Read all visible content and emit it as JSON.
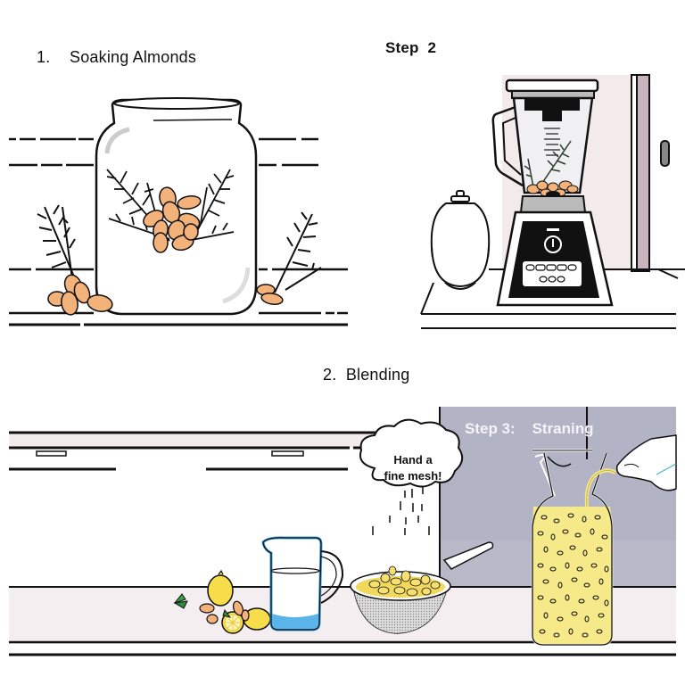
{
  "panels": {
    "step1": {
      "number": "1.",
      "title": "Soaking Almonds",
      "items": [
        "glass jar",
        "almonds",
        "rosemary sprigs"
      ]
    },
    "step2_top": {
      "title": "Step  2",
      "items": [
        "blender",
        "ceramic jar",
        "almonds",
        "rosemary sprig",
        "pink wall",
        "door handle"
      ]
    },
    "step2_bottom": {
      "title": "2.  Blending",
      "items": [
        "shelves",
        "lemons",
        "almonds",
        "measuring jug of water",
        "mesh strainer with almonds"
      ]
    },
    "step3": {
      "title": "Step 3:    Straning",
      "bubble_line1": "Hand a",
      "bubble_line2": "fine mesh!",
      "items": [
        "glass pitcher of almond milk",
        "hand pouring"
      ]
    }
  },
  "colors": {
    "almond": "#f2b27a",
    "outline": "#111111",
    "pink_wall": "#f3eaec",
    "door": "#c9b3bd",
    "step3_bg": "#b8b8c9",
    "milk": "#f6e98a",
    "water": "#3d9bd8",
    "lemon": "#f8dd4a",
    "leaf": "#2e8b3a",
    "counter": "#f4eef0"
  }
}
